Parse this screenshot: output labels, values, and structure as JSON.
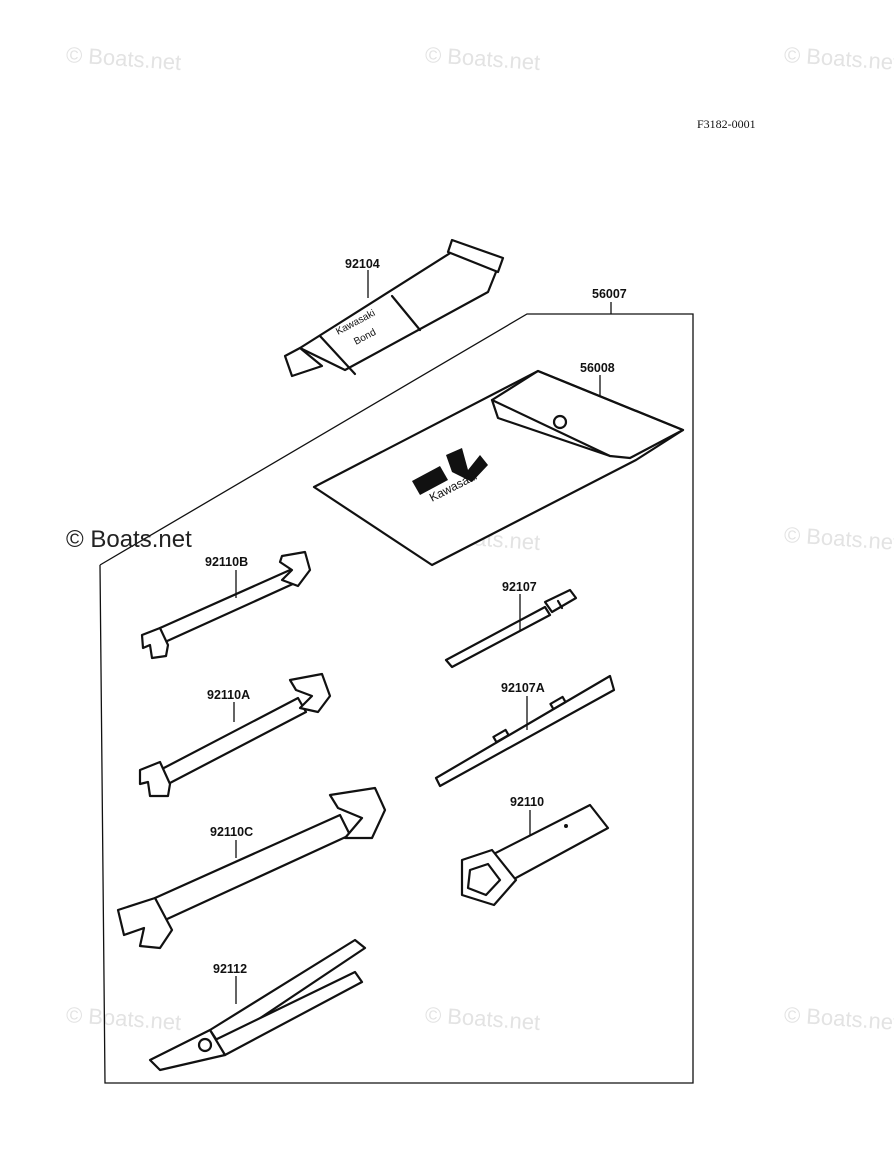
{
  "drawing_code": "F3182-0001",
  "watermark": "© Boats.net",
  "tube_text_line1": "Kawasaki",
  "tube_text_line2": "Bond",
  "pouch_brand": "Kawasaki",
  "parts": {
    "p92104": "92104",
    "p56007": "56007",
    "p56008": "56008",
    "p92110B": "92110B",
    "p92107": "92107",
    "p92110A": "92110A",
    "p92107A": "92107A",
    "p92110C": "92110C",
    "p92110": "92110",
    "p92112": "92112"
  }
}
